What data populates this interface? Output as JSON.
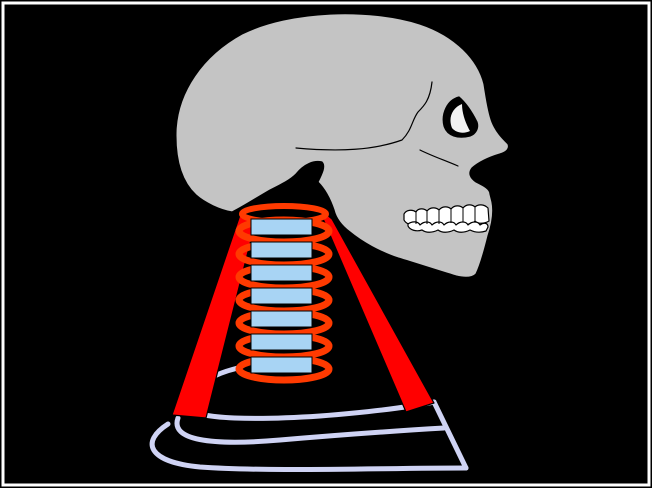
{
  "diagram": {
    "subject": "skull-and-cervical-spine",
    "colors": {
      "background": "#000000",
      "frame": "#ffffff",
      "skull": "#c4c4c4",
      "skull_outline": "#000000",
      "eye_highlight": "#f2f2f2",
      "muscle": "#ff0000",
      "disc_coil": "#ff3a00",
      "vertebra": "#a8d4f4",
      "rib": "#cfd3f4",
      "teeth": "#ffffff"
    },
    "vertebra_count": 7,
    "rib_count": 3
  }
}
